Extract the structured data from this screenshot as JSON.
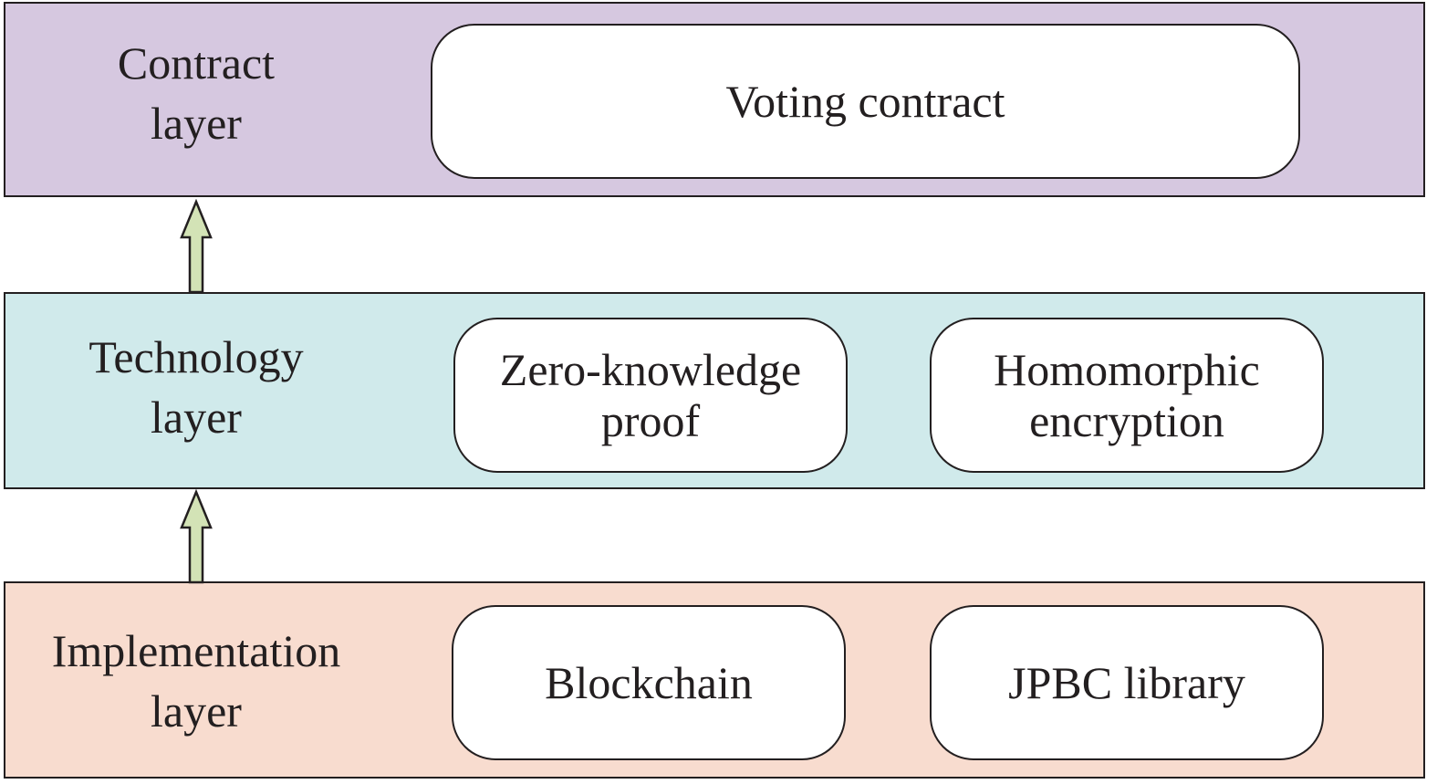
{
  "layers": {
    "contract": {
      "label": "Contract\nlayer",
      "color": "#d6c8e0",
      "components": {
        "voting": "Voting contract"
      }
    },
    "technology": {
      "label": "Technology\nlayer",
      "color": "#d0eaeb",
      "components": {
        "zkp": "Zero-knowledge\nproof",
        "he": "Homomorphic\nencryption"
      }
    },
    "implementation": {
      "label": "Implementation\nlayer",
      "color": "#f8dccf",
      "components": {
        "blockchain": "Blockchain",
        "jpbc": "JPBC library"
      }
    }
  },
  "arrow_color": "#d3e3b6",
  "line_color": "#231f20"
}
